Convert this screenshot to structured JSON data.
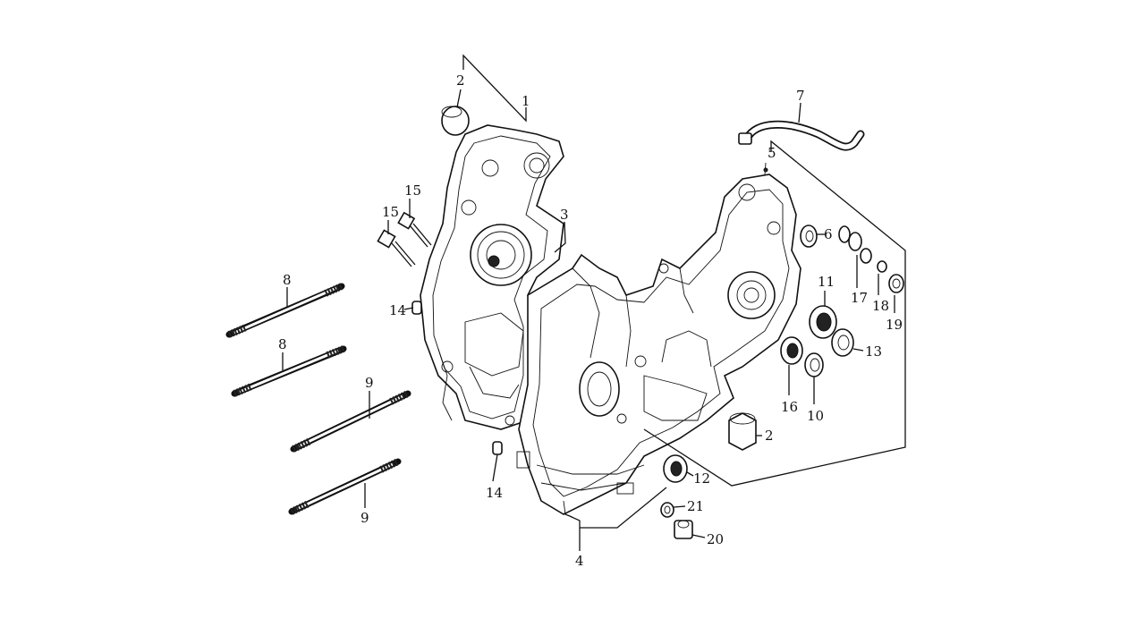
{
  "diagram": {
    "callouts": [
      {
        "id": "c1",
        "label": "1"
      },
      {
        "id": "c2a",
        "label": "2"
      },
      {
        "id": "c2b",
        "label": "2"
      },
      {
        "id": "c3",
        "label": "3"
      },
      {
        "id": "c4",
        "label": "4"
      },
      {
        "id": "c5",
        "label": "5"
      },
      {
        "id": "c6",
        "label": "6"
      },
      {
        "id": "c7",
        "label": "7"
      },
      {
        "id": "c8a",
        "label": "8"
      },
      {
        "id": "c8b",
        "label": "8"
      },
      {
        "id": "c9a",
        "label": "9"
      },
      {
        "id": "c9b",
        "label": "9"
      },
      {
        "id": "c10",
        "label": "10"
      },
      {
        "id": "c11",
        "label": "11"
      },
      {
        "id": "c12",
        "label": "12"
      },
      {
        "id": "c13",
        "label": "13"
      },
      {
        "id": "c14a",
        "label": "14"
      },
      {
        "id": "c14b",
        "label": "14"
      },
      {
        "id": "c15a",
        "label": "15"
      },
      {
        "id": "c15b",
        "label": "15"
      },
      {
        "id": "c16",
        "label": "16"
      },
      {
        "id": "c17",
        "label": "17"
      },
      {
        "id": "c18",
        "label": "18"
      },
      {
        "id": "c19",
        "label": "19"
      },
      {
        "id": "c20",
        "label": "20"
      },
      {
        "id": "c21",
        "label": "21"
      }
    ]
  }
}
